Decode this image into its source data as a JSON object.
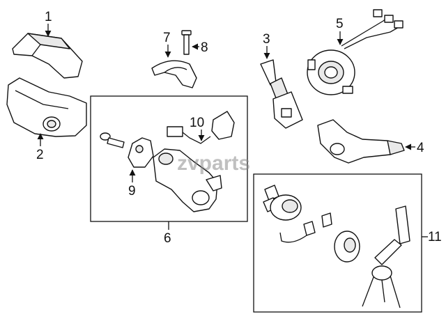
{
  "watermark": "zvparts",
  "callouts": {
    "c1": "1",
    "c2": "2",
    "c3": "3",
    "c4": "4",
    "c5": "5",
    "c6": "6",
    "c7": "7",
    "c8": "8",
    "c9": "9",
    "c10": "10",
    "c11": "11"
  }
}
